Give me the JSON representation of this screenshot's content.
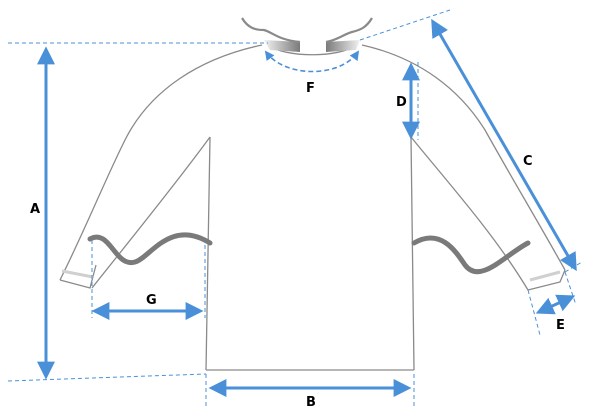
{
  "diagram": {
    "colors": {
      "measure": "#4a90d9",
      "outline": "#8a8a8a",
      "elastic": "#7a7a7a",
      "background": "#ffffff"
    },
    "labels": {
      "a": "A",
      "b": "B",
      "c": "C",
      "d": "D",
      "e": "E",
      "f": "F",
      "g": "G"
    }
  }
}
